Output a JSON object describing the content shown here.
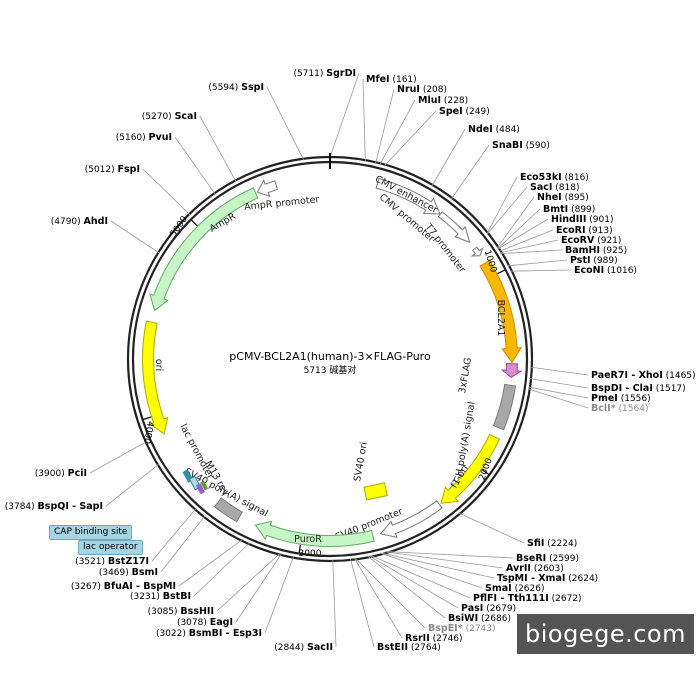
{
  "plasmid": {
    "name": "pCMV-BCL2A1(human)-3×FLAG-Puro",
    "length_label": "5713 碱基对",
    "length_bp": 5713
  },
  "ticks": [
    "1000",
    "2000",
    "3000",
    "4000",
    "5000"
  ],
  "features": [
    {
      "id": "cmv-enhancer",
      "label": "CMV enhancer",
      "start": 240,
      "end": 590,
      "dir": 1,
      "color": "#ffffff",
      "stroke": "#777777",
      "width": 10
    },
    {
      "id": "cmv-promoter",
      "label": "CMV promoter",
      "start": 592,
      "end": 795,
      "dir": 1,
      "color": "#ffffff",
      "stroke": "#777777",
      "width": 6
    },
    {
      "id": "t7-promoter",
      "label": "T7 promoter",
      "start": 836,
      "end": 880,
      "dir": 1,
      "color": "#ffffff",
      "stroke": "#777777",
      "width": 5
    },
    {
      "id": "bcl2a1",
      "label": "BCL2A1",
      "start": 925,
      "end": 1445,
      "dir": 1,
      "color": "#f9b800",
      "stroke": "#c98a00",
      "width": 11
    },
    {
      "id": "3xflag",
      "label": "3xFLAG",
      "start": 1452,
      "end": 1520,
      "dir": 1,
      "color": "#d98bd0",
      "stroke": "#9a4a95",
      "width": 11
    },
    {
      "id": "bgh-polya",
      "label": "bGH poly(A) signal",
      "start": 1560,
      "end": 1780,
      "dir": 0,
      "color": "#a8a8a8",
      "stroke": "#7a7a7a",
      "width": 11
    },
    {
      "id": "f1-ori",
      "label": "f1 ori",
      "start": 1830,
      "end": 2260,
      "dir": 1,
      "color": "#ffff00",
      "stroke": "#aaaa00",
      "width": 11
    },
    {
      "id": "sv40-promoter",
      "label": "SV40 promoter",
      "start": 2270,
      "end": 2600,
      "dir": 1,
      "color": "#ffffff",
      "stroke": "#777777",
      "width": 9
    },
    {
      "id": "puror",
      "label": "PuroR",
      "start": 2640,
      "end": 3240,
      "dir": 1,
      "color": "#c6f5c6",
      "stroke": "#66aa66",
      "width": 11
    },
    {
      "id": "sv40-polya",
      "label": "SV40 poly(A) signal",
      "start": 3330,
      "end": 3460,
      "dir": 0,
      "color": "#a8a8a8",
      "stroke": "#7a7a7a",
      "width": 11
    },
    {
      "id": "ori",
      "label": "ori",
      "start": 3900,
      "end": 4470,
      "dir": -1,
      "color": "#ffff00",
      "stroke": "#aaaa00",
      "width": 11
    },
    {
      "id": "ampr",
      "label": "AmpR",
      "start": 4530,
      "end": 5330,
      "dir": -1,
      "color": "#c6f5c6",
      "stroke": "#66aa66",
      "width": 11
    },
    {
      "id": "ampr-promoter",
      "label": "AmpR promoter",
      "start": 5340,
      "end": 5440,
      "dir": -1,
      "color": "#ffffff",
      "stroke": "#777777",
      "width": 9
    }
  ],
  "inner_labels": [
    {
      "id": "sv40-ori",
      "label": "SV40 ori"
    },
    {
      "id": "m13-rev",
      "label": "M13 rev"
    },
    {
      "id": "lac-promoter",
      "label": "lac promoter"
    }
  ],
  "sites": [
    {
      "name": "SgrDI",
      "pos": "(5711)"
    },
    {
      "name": "SspI",
      "pos": "(5594)"
    },
    {
      "name": "ScaI",
      "pos": "(5270)"
    },
    {
      "name": "PvuI",
      "pos": "(5160)"
    },
    {
      "name": "FspI",
      "pos": "(5012)"
    },
    {
      "name": "AhdI",
      "pos": "(4790)"
    },
    {
      "name": "MfeI",
      "pos": "(161)"
    },
    {
      "name": "NruI",
      "pos": "(208)"
    },
    {
      "name": "MluI",
      "pos": "(228)"
    },
    {
      "name": "SpeI",
      "pos": "(249)"
    },
    {
      "name": "NdeI",
      "pos": "(484)"
    },
    {
      "name": "SnaBI",
      "pos": "(590)"
    },
    {
      "name": "Eco53kI",
      "pos": "(816)"
    },
    {
      "name": "SacI",
      "pos": "(818)"
    },
    {
      "name": "NheI",
      "pos": "(895)"
    },
    {
      "name": "BmtI",
      "pos": "(899)"
    },
    {
      "name": "HindIII",
      "pos": "(901)"
    },
    {
      "name": "EcoRI",
      "pos": "(913)"
    },
    {
      "name": "EcoRV",
      "pos": "(921)"
    },
    {
      "name": "BamHI",
      "pos": "(925)"
    },
    {
      "name": "PstI",
      "pos": "(989)"
    },
    {
      "name": "EcoNI",
      "pos": "(1016)"
    },
    {
      "name": "PaeR7I - XhoI",
      "pos": "(1465)"
    },
    {
      "name": "BspDI - ClaI",
      "pos": "(1517)"
    },
    {
      "name": "PmeI",
      "pos": "(1556)"
    },
    {
      "name": "BclI*",
      "pos": "(1564)",
      "grey": true
    },
    {
      "name": "SfiI",
      "pos": "(2224)"
    },
    {
      "name": "BseRI",
      "pos": "(2599)"
    },
    {
      "name": "AvrII",
      "pos": "(2603)"
    },
    {
      "name": "TspMI - XmaI",
      "pos": "(2624)"
    },
    {
      "name": "SmaI",
      "pos": "(2626)"
    },
    {
      "name": "PflFI - Tth111I",
      "pos": "(2672)"
    },
    {
      "name": "PasI",
      "pos": "(2679)"
    },
    {
      "name": "BsiWI",
      "pos": "(2686)"
    },
    {
      "name": "BspEI*",
      "pos": "(2743)",
      "grey": true
    },
    {
      "name": "RsrII",
      "pos": "(2746)"
    },
    {
      "name": "BstEII",
      "pos": "(2764)"
    },
    {
      "name": "SacII",
      "pos": "(2844)"
    },
    {
      "name": "BsmBI - Esp3I",
      "pos": "(3022)"
    },
    {
      "name": "EagI",
      "pos": "(3078)"
    },
    {
      "name": "BssHII",
      "pos": "(3085)"
    },
    {
      "name": "BstBI",
      "pos": "(3231)"
    },
    {
      "name": "BfuAI - BspMI",
      "pos": "(3267)"
    },
    {
      "name": "BsmI",
      "pos": "(3469)"
    },
    {
      "name": "BstZ17I",
      "pos": "(3521)"
    },
    {
      "name": "BspQI - SapI",
      "pos": "(3784)"
    },
    {
      "name": "PciI",
      "pos": "(3900)"
    }
  ],
  "tags": {
    "cap": "CAP binding site",
    "lac": "lac operator"
  },
  "watermark": "biogege.com"
}
